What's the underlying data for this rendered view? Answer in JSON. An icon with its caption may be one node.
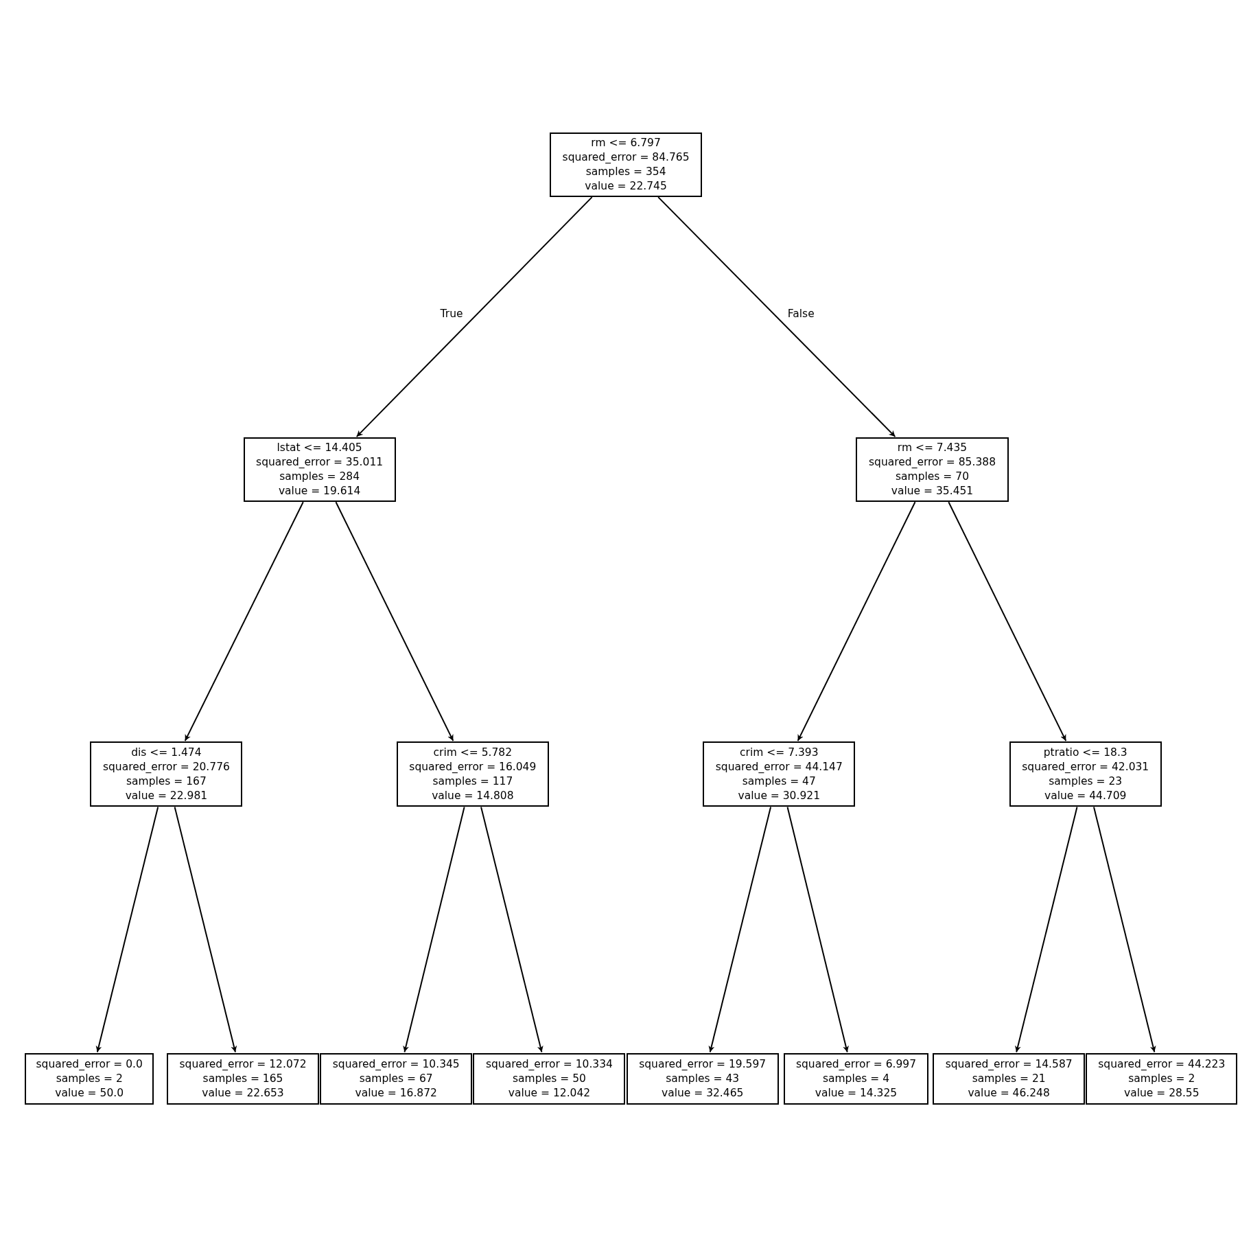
{
  "diagram": {
    "nodes": [
      {
        "text": [
          "rm <= 6.797",
          "squared_error = 84.765",
          "samples = 354",
          "value = 22.745"
        ]
      },
      {
        "text": [
          "lstat <= 14.405",
          "squared_error = 35.011",
          "samples = 284",
          "value = 19.614"
        ]
      },
      {
        "text": [
          "rm <= 7.435",
          "squared_error = 85.388",
          "samples = 70",
          "value = 35.451"
        ]
      },
      {
        "text": [
          "dis <= 1.474",
          "squared_error = 20.776",
          "samples = 167",
          "value = 22.981"
        ]
      },
      {
        "text": [
          "crim <= 5.782",
          "squared_error = 16.049",
          "samples = 117",
          "value = 14.808"
        ]
      },
      {
        "text": [
          "crim <= 7.393",
          "squared_error = 44.147",
          "samples = 47",
          "value = 30.921"
        ]
      },
      {
        "text": [
          "ptratio <= 18.3",
          "squared_error = 42.031",
          "samples = 23",
          "value = 44.709"
        ]
      },
      {
        "text": [
          "squared_error = 0.0",
          "samples = 2",
          "value = 50.0"
        ]
      },
      {
        "text": [
          "squared_error = 12.072",
          "samples = 165",
          "value = 22.653"
        ]
      },
      {
        "text": [
          "squared_error = 10.345",
          "samples = 67",
          "value = 16.872"
        ]
      },
      {
        "text": [
          "squared_error = 10.334",
          "samples = 50",
          "value = 12.042"
        ]
      },
      {
        "text": [
          "squared_error = 19.597",
          "samples = 43",
          "value = 32.465"
        ]
      },
      {
        "text": [
          "squared_error = 6.997",
          "samples = 4",
          "value = 14.325"
        ]
      },
      {
        "text": [
          "squared_error = 14.587",
          "samples = 21",
          "value = 46.248"
        ]
      },
      {
        "text": [
          "squared_error = 44.223",
          "samples = 2",
          "value = 28.55"
        ]
      }
    ],
    "edges": [
      {
        "from": 0,
        "to": 1,
        "arrow": "to",
        "label": "True"
      },
      {
        "from": 0,
        "to": 2,
        "arrow": "to",
        "label": "False"
      },
      {
        "from": 1,
        "to": 3,
        "arrow": "to"
      },
      {
        "from": 1,
        "to": 4,
        "arrow": "to"
      },
      {
        "from": 2,
        "to": 5,
        "arrow": "to"
      },
      {
        "from": 2,
        "to": 6,
        "arrow": "to"
      },
      {
        "from": 3,
        "to": 7,
        "arrow": "to"
      },
      {
        "from": 3,
        "to": 8,
        "arrow": "to"
      },
      {
        "from": 4,
        "to": 9,
        "arrow": "to"
      },
      {
        "from": 4,
        "to": 10,
        "arrow": "to"
      },
      {
        "from": 5,
        "to": 11,
        "arrow": "to"
      },
      {
        "from": 5,
        "to": 12,
        "arrow": "to"
      },
      {
        "from": 6,
        "to": 13,
        "arrow": "to"
      },
      {
        "from": 6,
        "to": 14,
        "arrow": "to"
      }
    ]
  }
}
